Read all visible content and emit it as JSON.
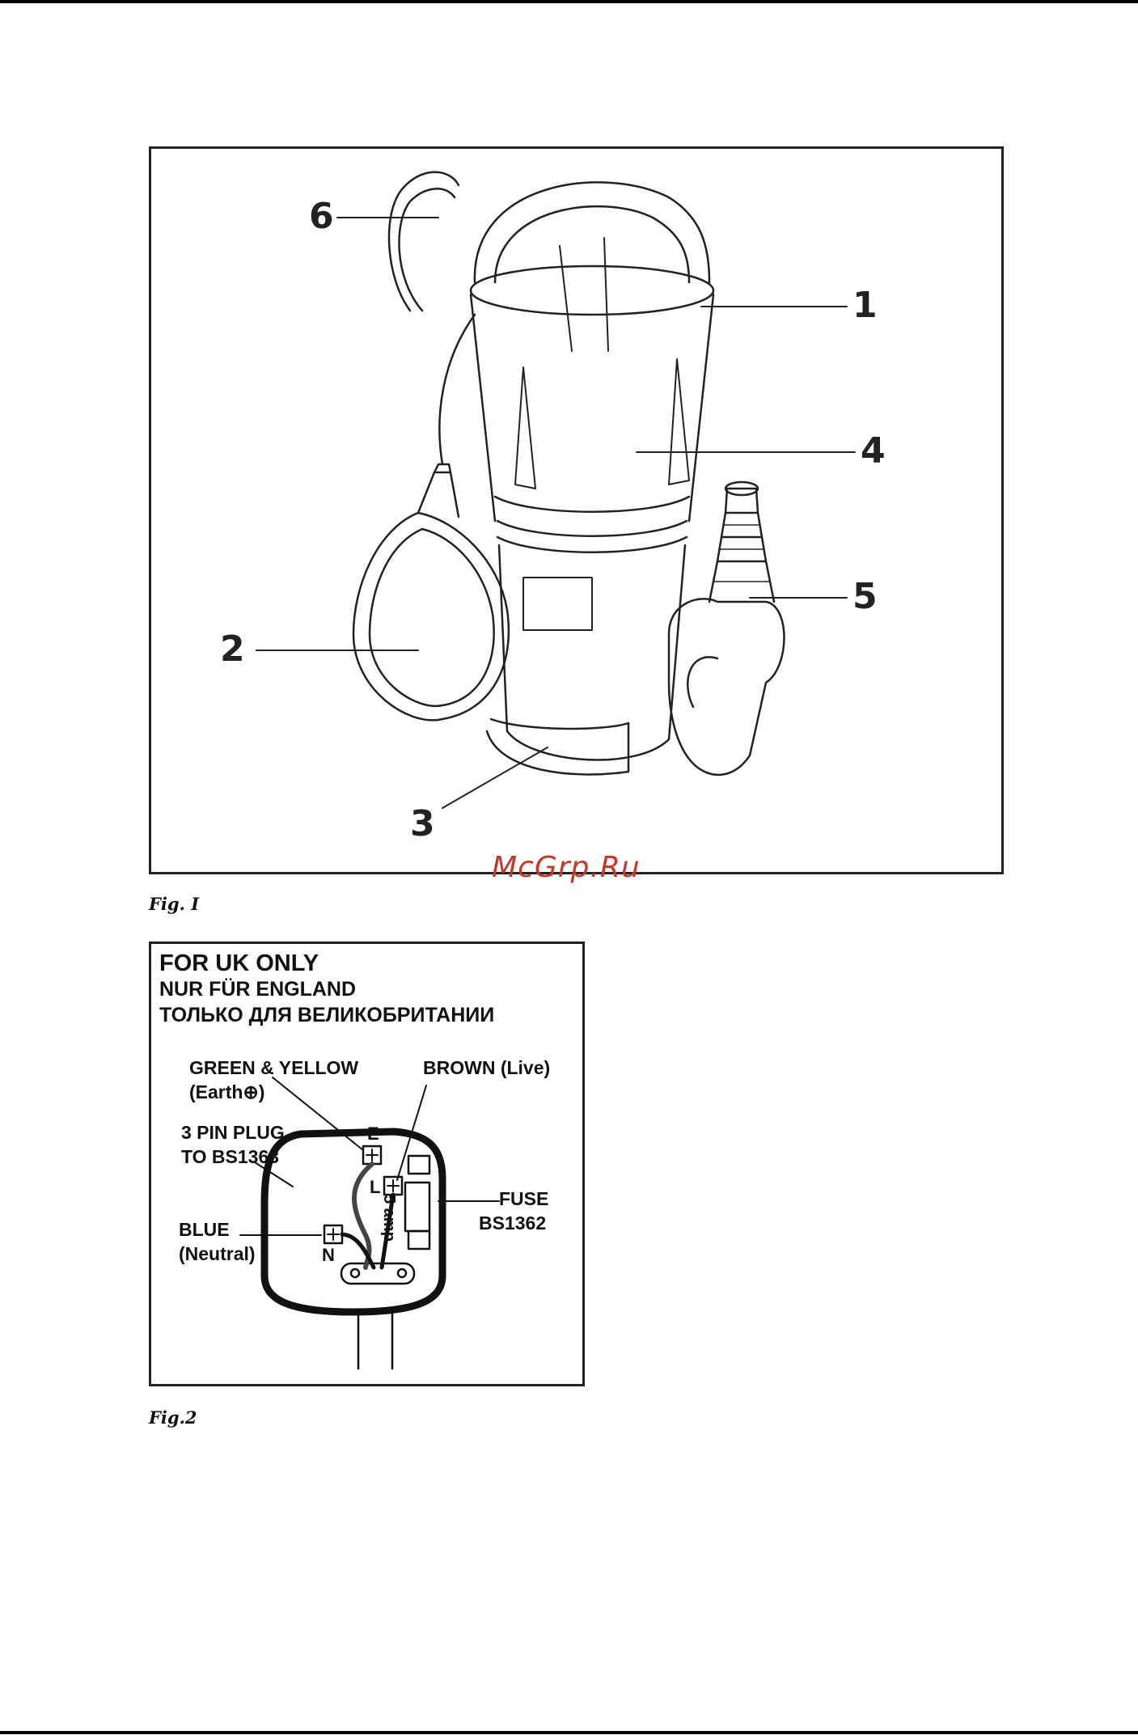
{
  "figure1": {
    "caption": "Fig. I",
    "callouts": [
      "1",
      "2",
      "3",
      "4",
      "5",
      "6"
    ]
  },
  "watermark": "McGrp.Ru",
  "figure2": {
    "caption": "Fig.2",
    "heading": [
      "FOR UK ONLY",
      "NUR FÜR ENGLAND",
      "ТОЛЬКО ДЛЯ ВЕЛИКОБРИТАНИИ"
    ],
    "labels": {
      "green_yellow": "GREEN & YELLOW",
      "earth": "(Earth⊕)",
      "brown": "BROWN (Live)",
      "plug_1": "3 PIN PLUG",
      "plug_2": "TO BS1363",
      "fuse_1": "FUSE",
      "fuse_2": "BS1362",
      "blue": "BLUE",
      "neutral": "(Neutral)",
      "fuse_rating": "5 amp"
    },
    "terminals": {
      "earth": "E",
      "live": "L",
      "neutral": "N"
    }
  },
  "colors": {
    "ink": "#222222",
    "watermark": "#c0392b"
  }
}
